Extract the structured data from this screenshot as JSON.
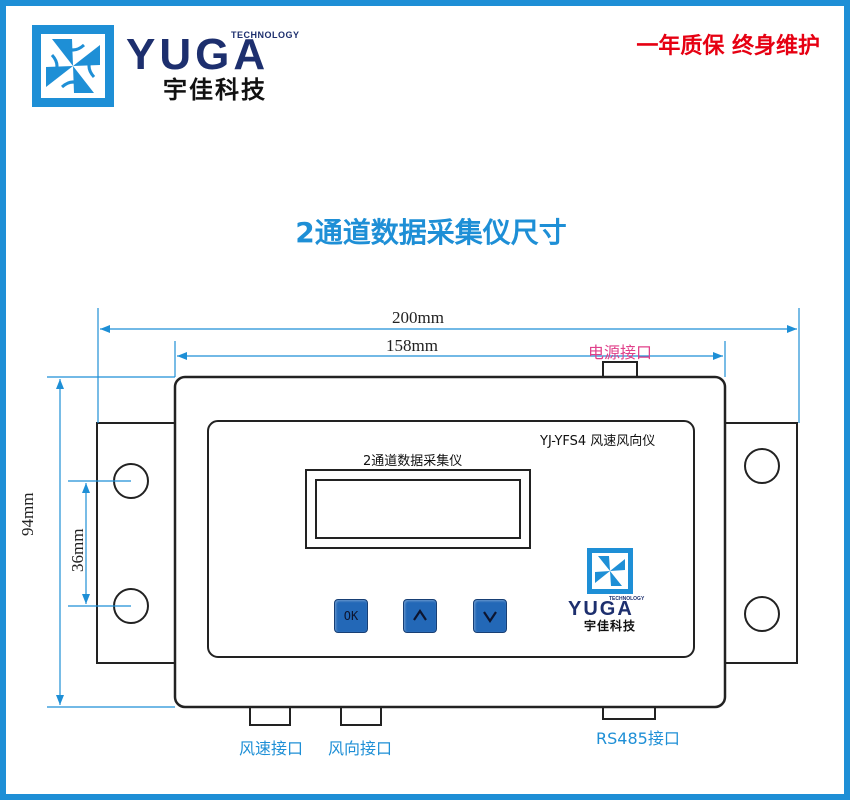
{
  "header": {
    "brand_small": "TECHNOLOGY",
    "brand_name": "YUGA",
    "brand_cn": "宇佳科技",
    "slogan": "一年质保 终身维护"
  },
  "title": "2通道数据采集仪尺寸",
  "dimensions": {
    "total_width": "200mm",
    "body_width": "158mm",
    "height": "94mm",
    "hole_spacing": "36mm"
  },
  "ports": {
    "power": "电源接口",
    "wind_speed": "风速接口",
    "wind_direction": "风向接口",
    "rs485": "RS485接口"
  },
  "panel": {
    "model": "YJ-YFS4 风速风向仪",
    "device_name": "2通道数据采集仪",
    "buttons": {
      "ok": "OK",
      "up_icon": "up-arrow-icon",
      "down_icon": "down-arrow-icon"
    },
    "brand_small": "TECHNOLOGY",
    "brand_name": "YUGA",
    "brand_cn": "宇佳科技"
  },
  "colors": {
    "accent": "#1e8fd6",
    "brand_dark": "#1d2f6e",
    "slogan_red": "#e60012",
    "button_blue": "#2368b7",
    "power_label": "#e0408a"
  }
}
